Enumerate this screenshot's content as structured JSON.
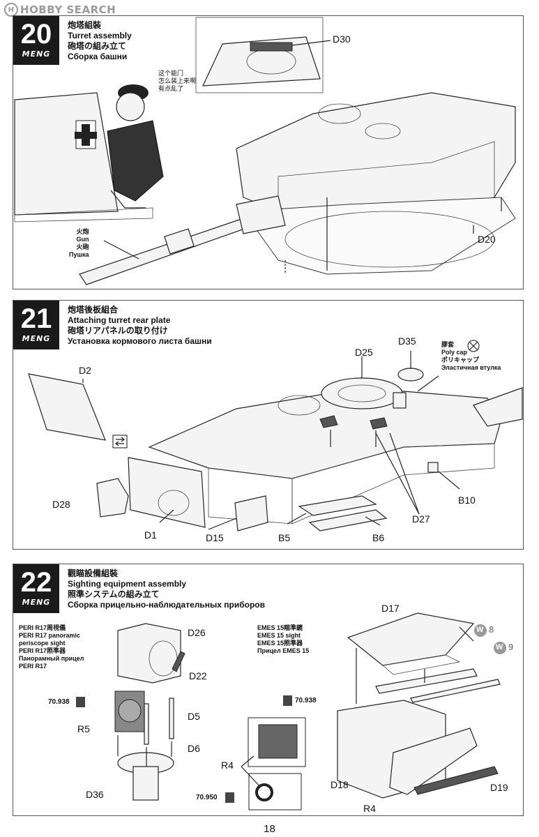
{
  "watermark": "HOBBY SEARCH",
  "brand": "MENG",
  "steps": [
    {
      "number": "20",
      "title_zh": "炮塔組裝",
      "title_en": "Turret assembly",
      "title_ja": "砲塔の組み立て",
      "title_ru": "Сборка башни",
      "parts": {
        "d30": "D30",
        "d20": "D20"
      },
      "callout": {
        "zh": "火炮",
        "en": "Gun",
        "ja": "火砲",
        "ru": "Пушка"
      },
      "speech": [
        "这个能门",
        "怎么装上来啊",
        "有点乱了"
      ]
    },
    {
      "number": "21",
      "title_zh": "炮塔後板組合",
      "title_en": "Attaching turret rear plate",
      "title_ja": "砲塔リアパネルの取り付け",
      "title_ru": "Установка кормового листа башни",
      "parts": {
        "d2": "D2",
        "d25": "D25",
        "d35": "D35",
        "d28": "D28",
        "d1": "D1",
        "d15": "D15",
        "b5": "B5",
        "b6": "B6",
        "b10": "B10",
        "d27": "D27"
      },
      "callout": {
        "zh": "膠套",
        "en": "Poly cap",
        "ja": "ポリキャップ",
        "ru": "Эластичная втулка"
      }
    },
    {
      "number": "22",
      "title_zh": "觀瞄設備組裝",
      "title_en": "Sighting equipment assembly",
      "title_ja": "照準システムの組み立て",
      "title_ru": "Сборка прицельно-наблюдательных приборов",
      "peri": {
        "zh": "PERI R17周視儀",
        "en1": "PERI R17 panoramic",
        "en2": "periscope sight",
        "ja": "PERI R17照準器",
        "ru1": "Панорамный прицел",
        "ru2": "PERI R17"
      },
      "emes": {
        "zh": "EMES 15瞄準鏡",
        "en": "EMES 15 sight",
        "ja": "EMES 15照準器",
        "ru": "Прицел EMES 15"
      },
      "parts": {
        "d26": "D26",
        "d22": "D22",
        "r5": "R5",
        "d5": "D5",
        "d6": "D6",
        "d36": "D36",
        "r4a": "R4",
        "r4b": "R4",
        "d17": "D17",
        "d18": "D18",
        "d19": "D19"
      },
      "paints": {
        "a": "70.938",
        "b": "70.938",
        "c": "70.950"
      },
      "wheels": {
        "w8": "8",
        "w9": "9",
        "w_letter": "W"
      }
    }
  ],
  "page_number": "18"
}
